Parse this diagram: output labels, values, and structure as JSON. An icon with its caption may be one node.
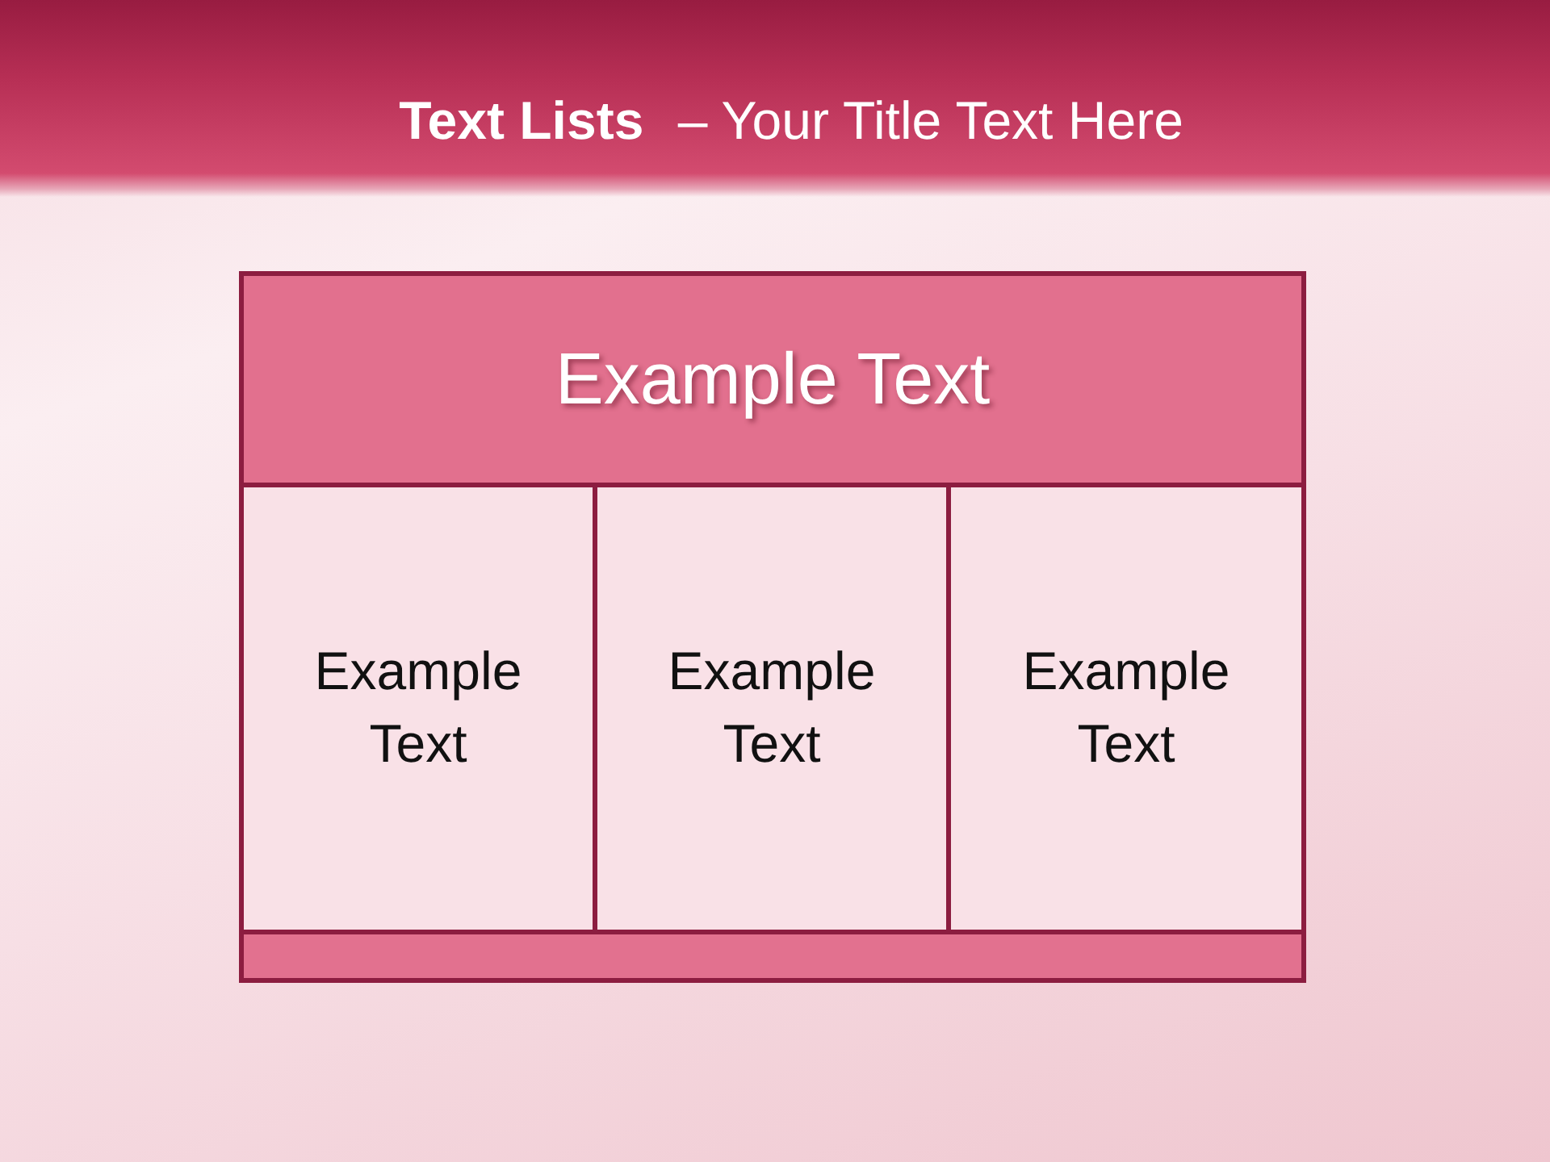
{
  "diagram": {
    "title": "**Text Lists** – Your Title Text Here",
    "nodes": [
      {
        "text": [
          "Example Text"
        ]
      },
      {
        "text": [
          "Example Text"
        ]
      },
      {
        "text": [
          "Example Text"
        ]
      },
      {
        "text": [
          "Example Text"
        ]
      },
      {
        "text": [],
        "shape": "bar"
      }
    ],
    "edges": []
  }
}
